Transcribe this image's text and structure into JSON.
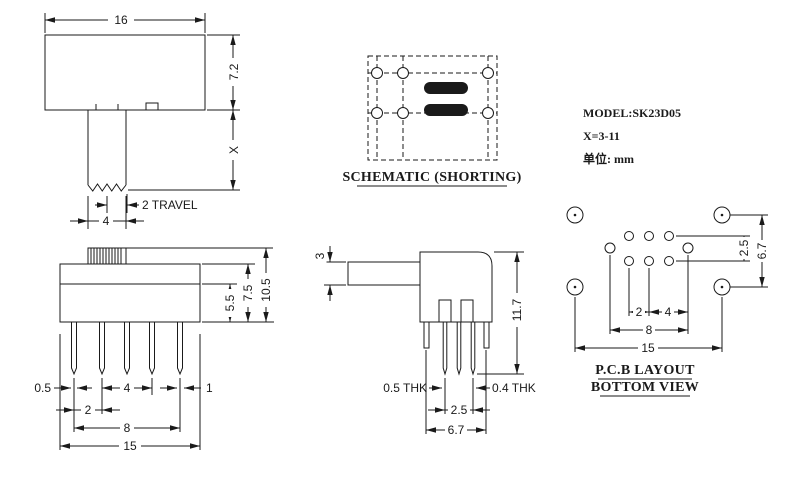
{
  "colors": {
    "ink": "#1a1a1a",
    "background": "#ffffff"
  },
  "info": {
    "model": "MODEL:SK23D05",
    "x_range": "X=3-11",
    "unit": "单位: mm"
  },
  "captions": {
    "schematic": "SCHEMATIC (SHORTING)",
    "pcb_line1": "P.C.B LAYOUT",
    "pcb_line2": "BOTTOM VIEW"
  },
  "front": {
    "width": "16",
    "height": "7.2",
    "stem": "X",
    "travel": "2 TRAVEL",
    "stem_width": "4"
  },
  "front_bottom": {
    "h_inner": "5.5",
    "h_body": "7.5",
    "h_total": "10.5",
    "pin_thk": "0.5",
    "pitch_outer": "4",
    "edge": "1",
    "pitch": "2",
    "pin_span": "8",
    "body_width": "15"
  },
  "side": {
    "stem_height": "3",
    "total_height": "11.7",
    "thk_left": "0.5 THK",
    "thk_right": "0.4 THK",
    "pin_pitch": "2.5",
    "body_depth": "6.7"
  },
  "pcb": {
    "row_pitch": "2.5",
    "hole_pitch_v": "6.7",
    "d2": "2",
    "d4": "4",
    "d8": "8",
    "d15": "15"
  }
}
